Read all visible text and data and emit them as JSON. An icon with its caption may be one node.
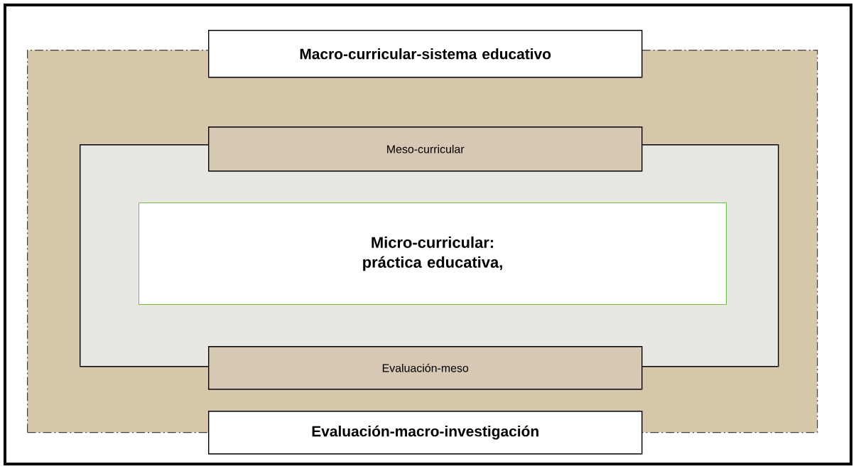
{
  "diagram": {
    "nodes": [
      {
        "text": [],
        "shape": "box"
      },
      {
        "text": [
          "Macro-curricular-sistema educativo"
        ]
      },
      {
        "text": [],
        "shape": "box",
        "in": 0
      },
      {
        "text": [
          "Meso-curricular"
        ],
        "in": 0
      },
      {
        "text": [
          "Micro-curricular: práctica educativa,"
        ],
        "in": 2
      },
      {
        "text": [
          "Evaluación-meso"
        ],
        "in": 0
      },
      {
        "text": [
          "Evaluación-macro-investigación"
        ]
      }
    ]
  }
}
